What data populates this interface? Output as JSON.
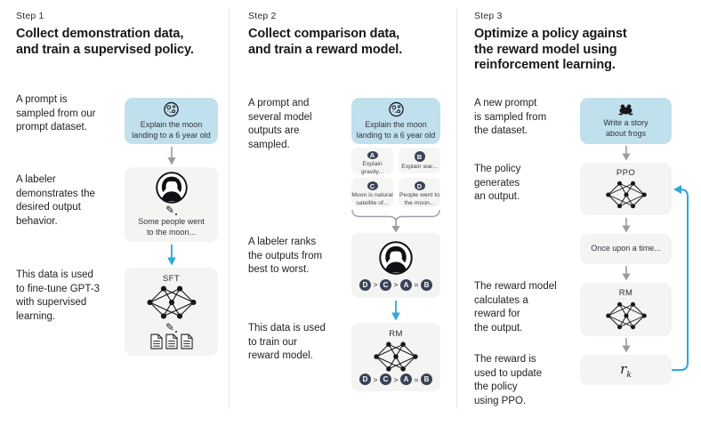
{
  "icons": {
    "pencil_glyph": "✎"
  },
  "colors": {
    "prompt_box_bg": "#c0e0ee",
    "model_box_bg": "#f4f4f3",
    "accent_blue_arrow": "#2ba8e0",
    "gray_arrow": "#9a9aa3",
    "rank_circle_bg": "#3a4356",
    "text_primary": "#202123"
  },
  "columns": [
    {
      "step_label": "Step 1",
      "title": "Collect demonstration data,\nand train a supervised policy.",
      "paragraphs": [
        "A prompt is\nsampled from our\nprompt dataset.",
        "A labeler\ndemonstrates the\ndesired output\nbehavior.",
        "This data is used\nto fine-tune GPT-3\nwith supervised\nlearning."
      ],
      "prompt_box": {
        "text": "Explain the moon\nlanding to a 6 year old"
      },
      "labeler_box": {
        "text": "Some people went\nto the moon..."
      },
      "model_box": {
        "label": "SFT"
      }
    },
    {
      "step_label": "Step 2",
      "title": "Collect comparison data,\nand train a reward model.",
      "paragraphs": [
        "A prompt and\nseveral model\noutputs are\nsampled.",
        "A labeler ranks\nthe outputs from\nbest to worst.",
        "This data is used\nto train our\nreward model."
      ],
      "prompt_box": {
        "text": "Explain the moon\nlanding to a 6 year old"
      },
      "outputs": [
        {
          "letter": "A",
          "text": "Explain gravity..."
        },
        {
          "letter": "B",
          "text": "Explain war..."
        },
        {
          "letter": "C",
          "text": "Moon is natural\nsatellite of..."
        },
        {
          "letter": "D",
          "text": "People went to\nthe moon..."
        }
      ],
      "ranking": {
        "letters": [
          "D",
          "C",
          "A",
          "B"
        ],
        "separators": [
          ">",
          ">",
          "="
        ],
        "display": "D > C > A = B"
      },
      "model_box": {
        "label": "RM"
      }
    },
    {
      "step_label": "Step 3",
      "title": "Optimize a policy against\nthe reward model using\nreinforcement learning.",
      "paragraphs": [
        "A new prompt\nis sampled from\nthe dataset.",
        "The policy\ngenerates\nan output.",
        "The reward model\ncalculates a\nreward for\nthe output.",
        "The reward is\nused to update\nthe policy\nusing PPO."
      ],
      "prompt_box": {
        "text": "Write a story\nabout frogs"
      },
      "policy_box": {
        "label": "PPO"
      },
      "output_box": {
        "text": "Once upon a time..."
      },
      "rm_box": {
        "label": "RM"
      },
      "reward_box": {
        "base": "r",
        "subscript": "k"
      }
    }
  ]
}
